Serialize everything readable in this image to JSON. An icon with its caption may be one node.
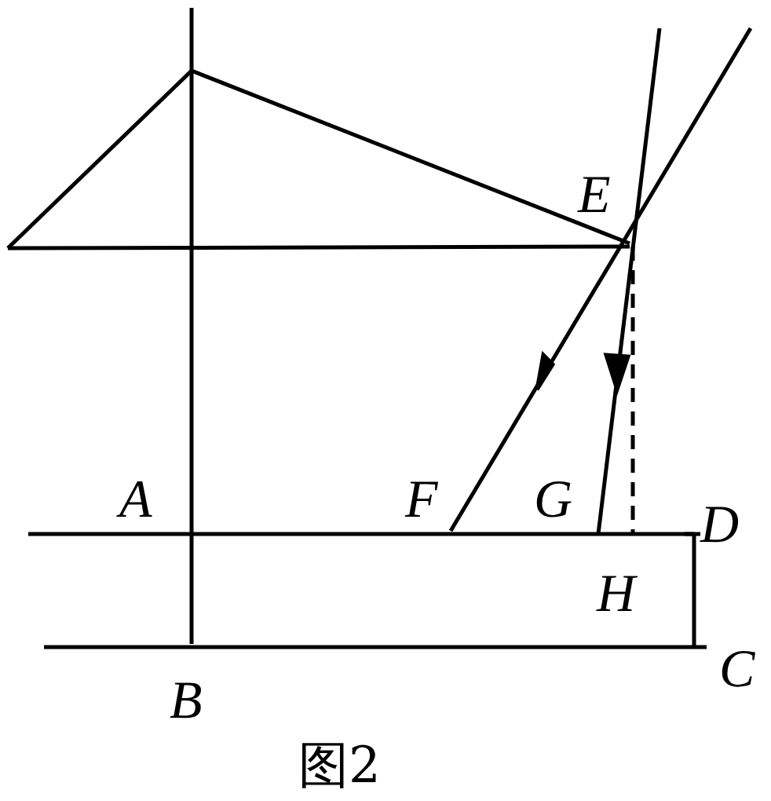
{
  "diagram": {
    "caption": "图2",
    "labels": [
      "E",
      "A",
      "F",
      "G",
      "D",
      "H",
      "B",
      "C"
    ]
  }
}
